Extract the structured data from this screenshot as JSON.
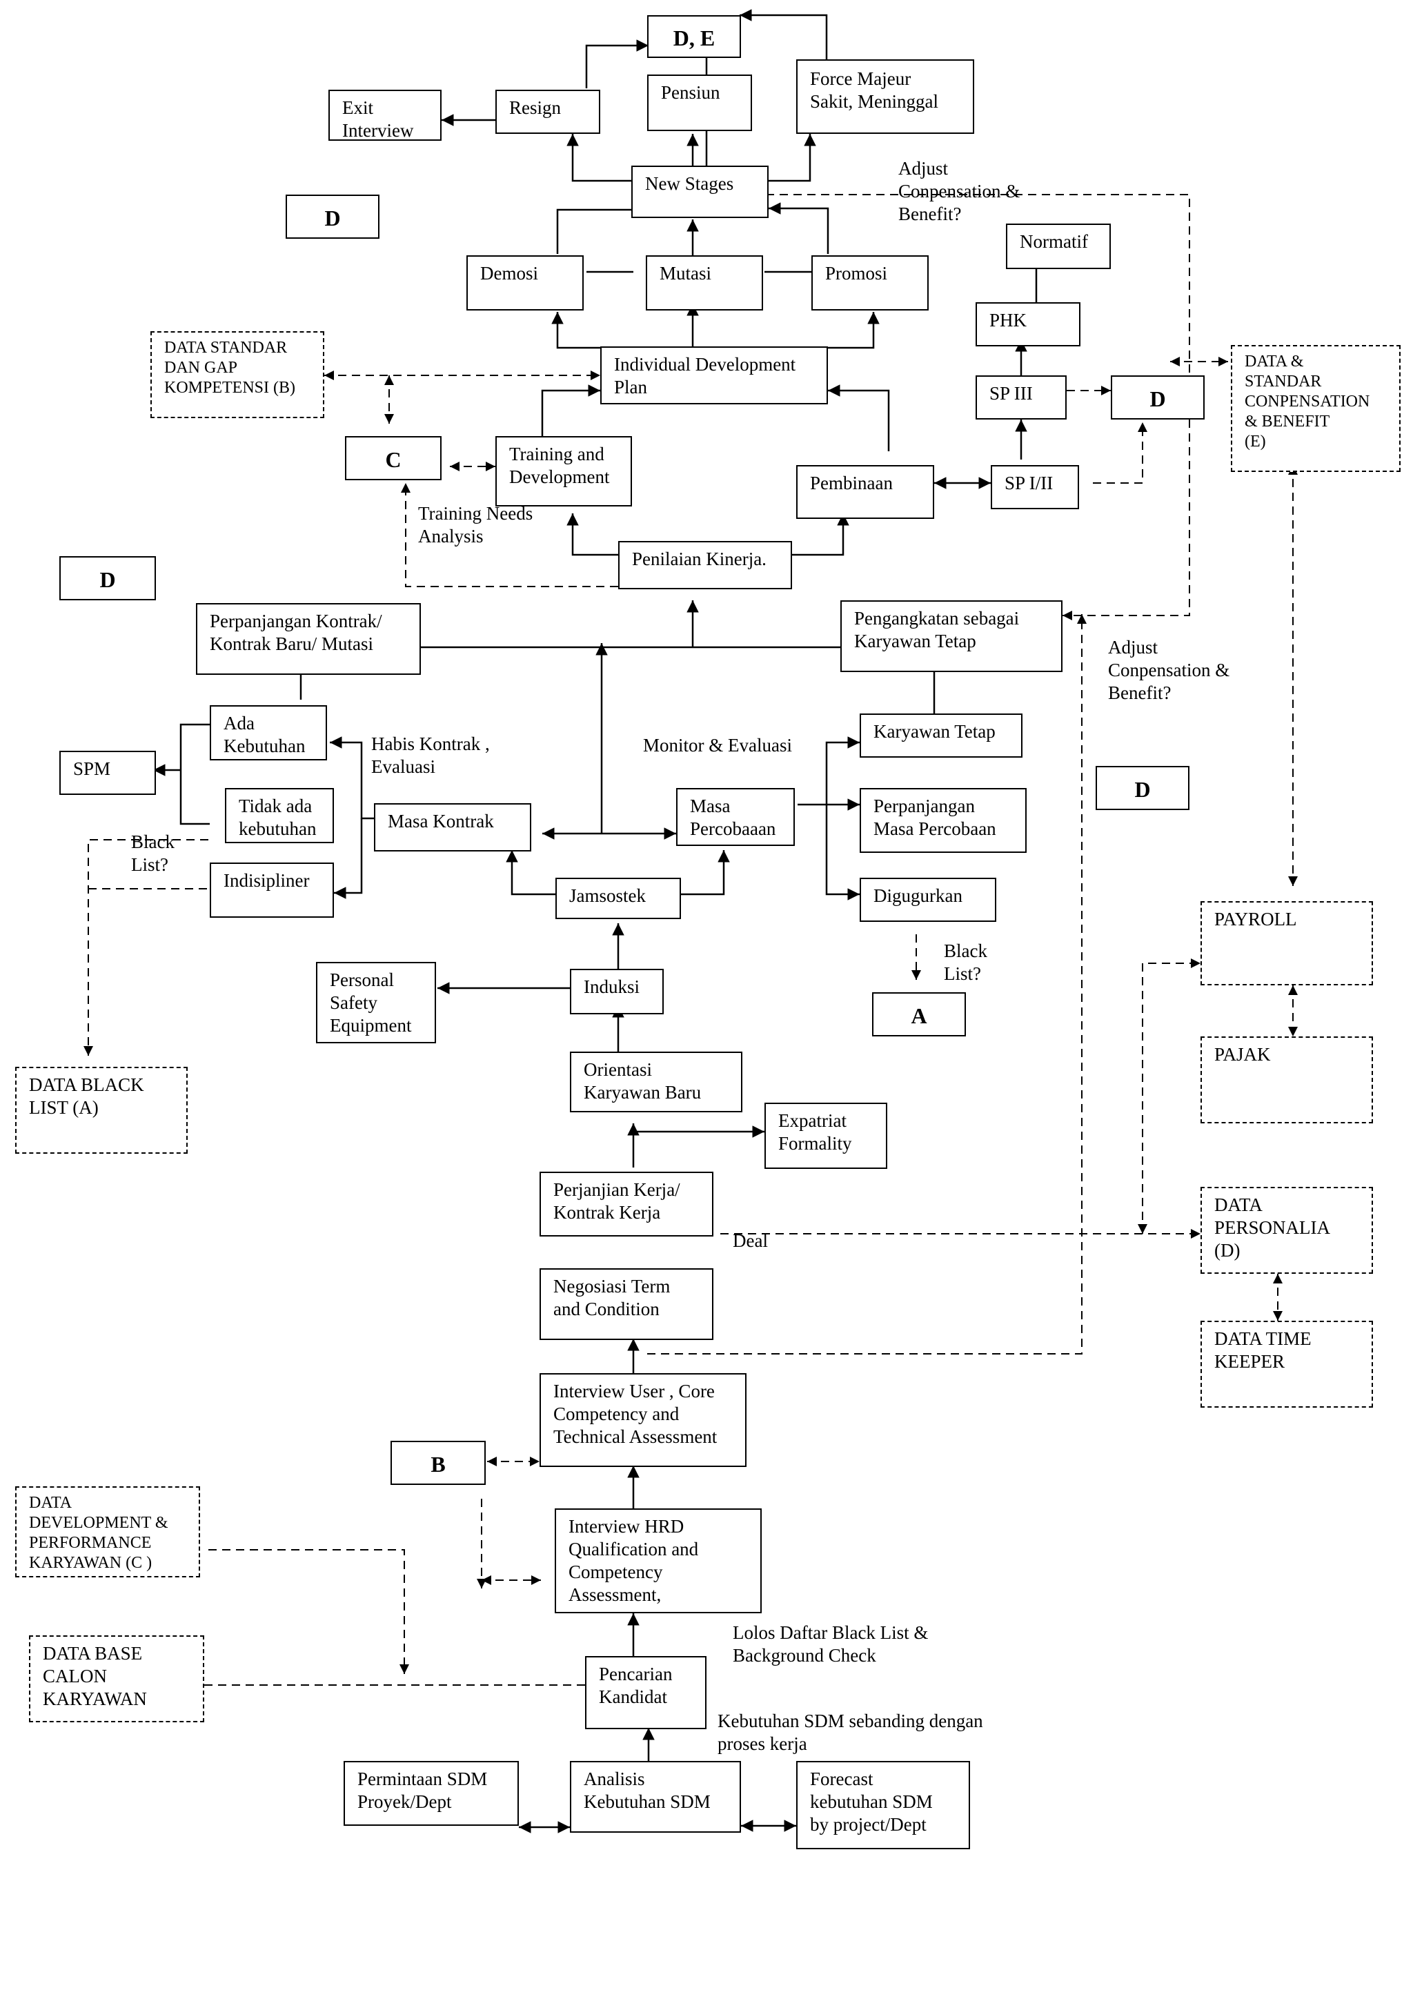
{
  "nodes": {
    "de_top": "D, E",
    "exit_interview": "Exit\nInterview",
    "resign": "Resign",
    "pensiun": "Pensiun",
    "force_majeur": "Force Majeur\nSakit, Meninggal",
    "new_stages": "New Stages",
    "d_left_top": "D",
    "demosi": "Demosi",
    "mutasi": "Mutasi",
    "promosi": "Promosi",
    "normatif": "Normatif",
    "phk": "PHK",
    "data_standar_gap": "DATA STANDAR\nDAN GAP\nKOMPETENSI (B)",
    "idp": "Individual Development\nPlan",
    "sp3": "SP III",
    "d_right": "D",
    "data_standar_comp": "DATA &\nSTANDAR\nCONPENSATION\n& BENEFIT\n(E)",
    "c_box": "C",
    "training": "Training and\nDevelopment",
    "pembinaan": "Pembinaan",
    "sp12": "SP I/II",
    "penilaian": "Penilaian Kinerja.",
    "d_left_mid": "D",
    "perpanjangan_kontrak": "Perpanjangan Kontrak/\nKontrak Baru/ Mutasi",
    "pengangkatan": "Pengangkatan sebagai\nKaryawan Tetap",
    "ada_kebutuhan": "Ada\nKebutuhan",
    "spm": "SPM",
    "karyawan_tetap": "Karyawan Tetap",
    "d_right_mid": "D",
    "tidak_ada": "Tidak  ada\nkebutuhan",
    "masa_kontrak": "Masa Kontrak",
    "masa_percobaan": "Masa\nPercobaaan",
    "perpanjangan_masa": "Perpanjangan\nMasa Percobaan",
    "indisipliner": "Indisipliner",
    "jamsostek": "Jamsostek",
    "digugurkan": "Digugurkan",
    "payroll": "PAYROLL",
    "personal_safety": "Personal\nSafety\nEquipment",
    "induksi": "Induksi",
    "a_box": "A",
    "pajak": "PAJAK",
    "data_black_list": "DATA BLACK\nLIST (A)",
    "orientasi": "Orientasi\nKaryawan Baru",
    "expatriat": "Expatriat\nFormality",
    "perjanjian": "Perjanjian Kerja/\nKontrak Kerja",
    "data_personalia": "DATA\nPERSONALIA\n(D)",
    "negosiasi": "Negosiasi Term\nand Condition",
    "data_time_keeper": "DATA TIME\nKEEPER",
    "interview_user": "Interview User , Core\nCompetency and\nTechnical Assessment",
    "b_box": "B",
    "data_development": "DATA\nDEVELOPMENT &\nPERFORMANCE\nKARYAWAN (C )",
    "interview_hrd": "Interview HRD\nQualification and\nCompetency\nAssessment,",
    "data_base_calon": "DATA BASE\nCALON\nKARYAWAN",
    "pencarian": "Pencarian\nKandidat",
    "permintaan": "Permintaan SDM\nProyek/Dept",
    "analisis": "Analisis\nKebutuhan SDM",
    "forecast": "Forecast\nkebutuhan SDM\nby project/Dept"
  },
  "labels": {
    "adjust_top": "Adjust\nConpensation &\nBenefit?",
    "tna": "Training Needs\nAnalysis",
    "adjust_mid": "Adjust\nConpensation &\nBenefit?",
    "habis_kontrak": "Habis Kontrak ,\nEvaluasi",
    "monitor": "Monitor & Evaluasi",
    "black_list_left": "Black\nList?",
    "black_list_right": "Black\nList?",
    "deal": "Deal",
    "lolos": "Lolos Daftar Black List &\nBackground Check",
    "kebutuhan_sdm": "Kebutuhan SDM sebanding dengan\nproses kerja"
  }
}
